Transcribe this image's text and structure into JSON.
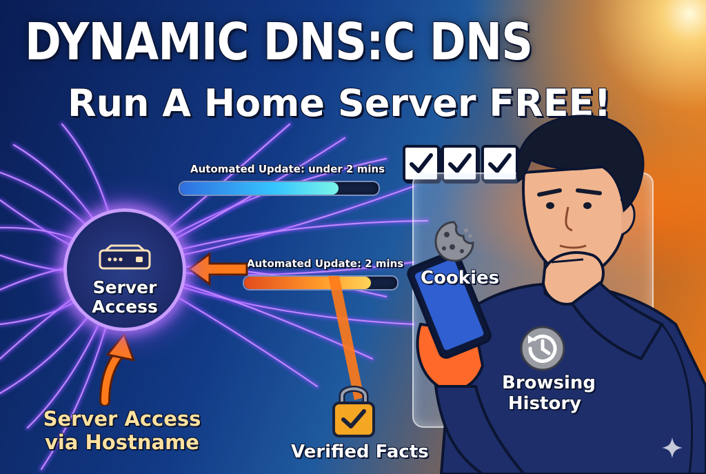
{
  "title": "DYNAMIC DNS:C DNS",
  "subtitle": "Run A Home Server FREE!",
  "update_bars": [
    {
      "label": "Automated Update: under 2 mins",
      "fill": 0.8,
      "color": "#36c6ff"
    },
    {
      "label": "Automated Update: 2 mins",
      "fill": 0.83,
      "color": "#ff9a2a"
    }
  ],
  "server": {
    "label_line1": "Server",
    "label_line2": "Access",
    "icon": "server-icon"
  },
  "server_access_caption": {
    "line1": "Server Access",
    "line2": "via Hostname"
  },
  "checkmarks": {
    "count": 3,
    "icon": "checkbox-icon"
  },
  "panel": {
    "cookies_label": "Cookies",
    "cookies_icon": "cookie-icon",
    "history_line1": "Browsing",
    "history_line2": "History",
    "history_icon": "history-icon"
  },
  "lock": {
    "label": "Verified Facts",
    "icon": "padlock-check-icon"
  },
  "colors": {
    "ray_purple": "#c58bff",
    "accent_orange": "#ff7a1a",
    "lock_gold": "#f5a623"
  }
}
